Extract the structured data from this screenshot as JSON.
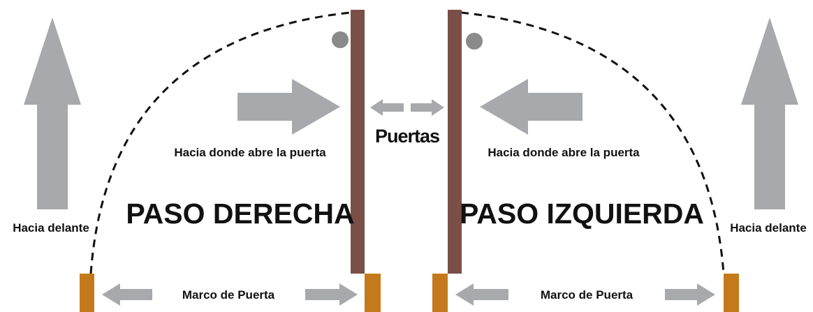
{
  "labels": {
    "forward_left": "Hacia delante",
    "forward_right": "Hacia delante",
    "opens_left": "Hacia donde abre la puerta",
    "opens_right": "Hacia donde abre la puerta",
    "doors": "Puertas",
    "step_right": "PASO DERECHA",
    "step_left": "PASO IZQUIERDA",
    "frame_left": "Marco de Puerta",
    "frame_right": "Marco de Puerta"
  },
  "colors": {
    "arrow": "#a7a9ac",
    "door": "#7a4f48",
    "frame": "#c47a1c",
    "hinge": "#8a8a8a",
    "swing": "#111111",
    "text": "#111111"
  }
}
